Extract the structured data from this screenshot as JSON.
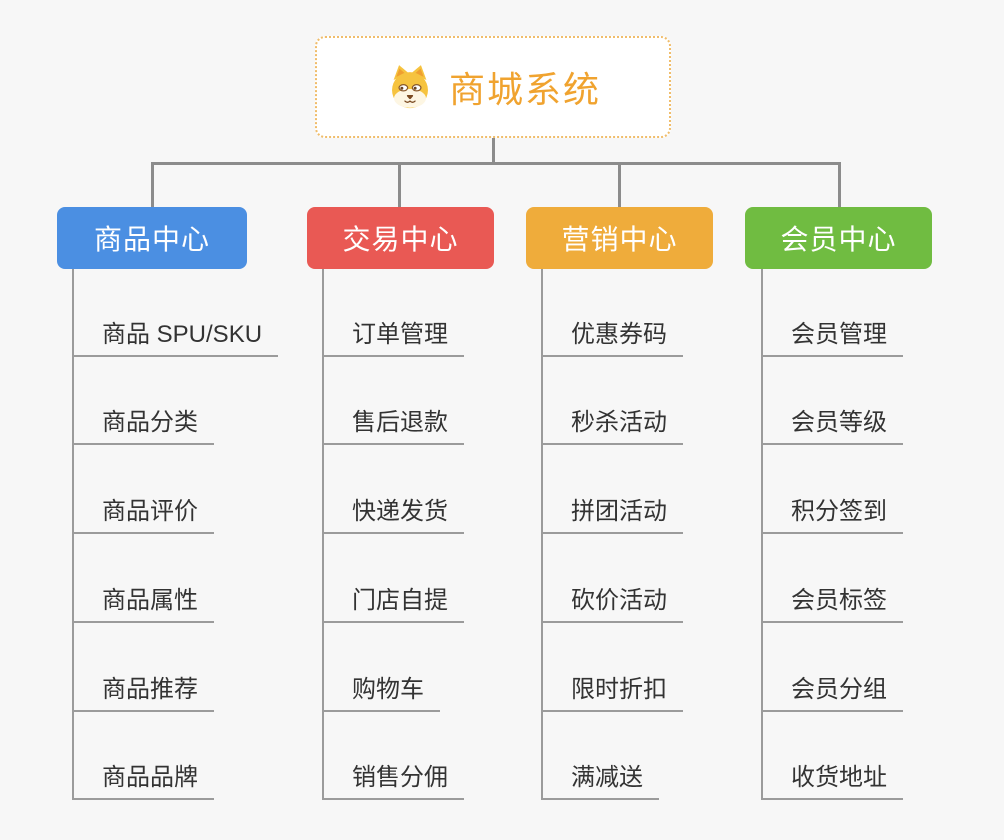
{
  "page": {
    "background": "#f7f7f7"
  },
  "root": {
    "title": "商城系统",
    "title_color": "#f0a32f",
    "border_color": "#f0bd6b",
    "icon": "dog-face-icon"
  },
  "connector_color": "#8c8c8c",
  "branches": [
    {
      "label": "商品中心",
      "color": "#4b8fe2",
      "items": [
        "商品 SPU/SKU",
        "商品分类",
        "商品评价",
        "商品属性",
        "商品推荐",
        "商品品牌"
      ]
    },
    {
      "label": "交易中心",
      "color": "#e95954",
      "items": [
        "订单管理",
        "售后退款",
        "快递发货",
        "门店自提",
        "购物车",
        "销售分佣"
      ]
    },
    {
      "label": "营销中心",
      "color": "#efac3b",
      "items": [
        "优惠券码",
        "秒杀活动",
        "拼团活动",
        "砍价活动",
        "限时折扣",
        "满减送"
      ]
    },
    {
      "label": "会员中心",
      "color": "#70bc41",
      "items": [
        "会员管理",
        "会员等级",
        "积分签到",
        "会员标签",
        "会员分组",
        "收货地址"
      ]
    }
  ]
}
